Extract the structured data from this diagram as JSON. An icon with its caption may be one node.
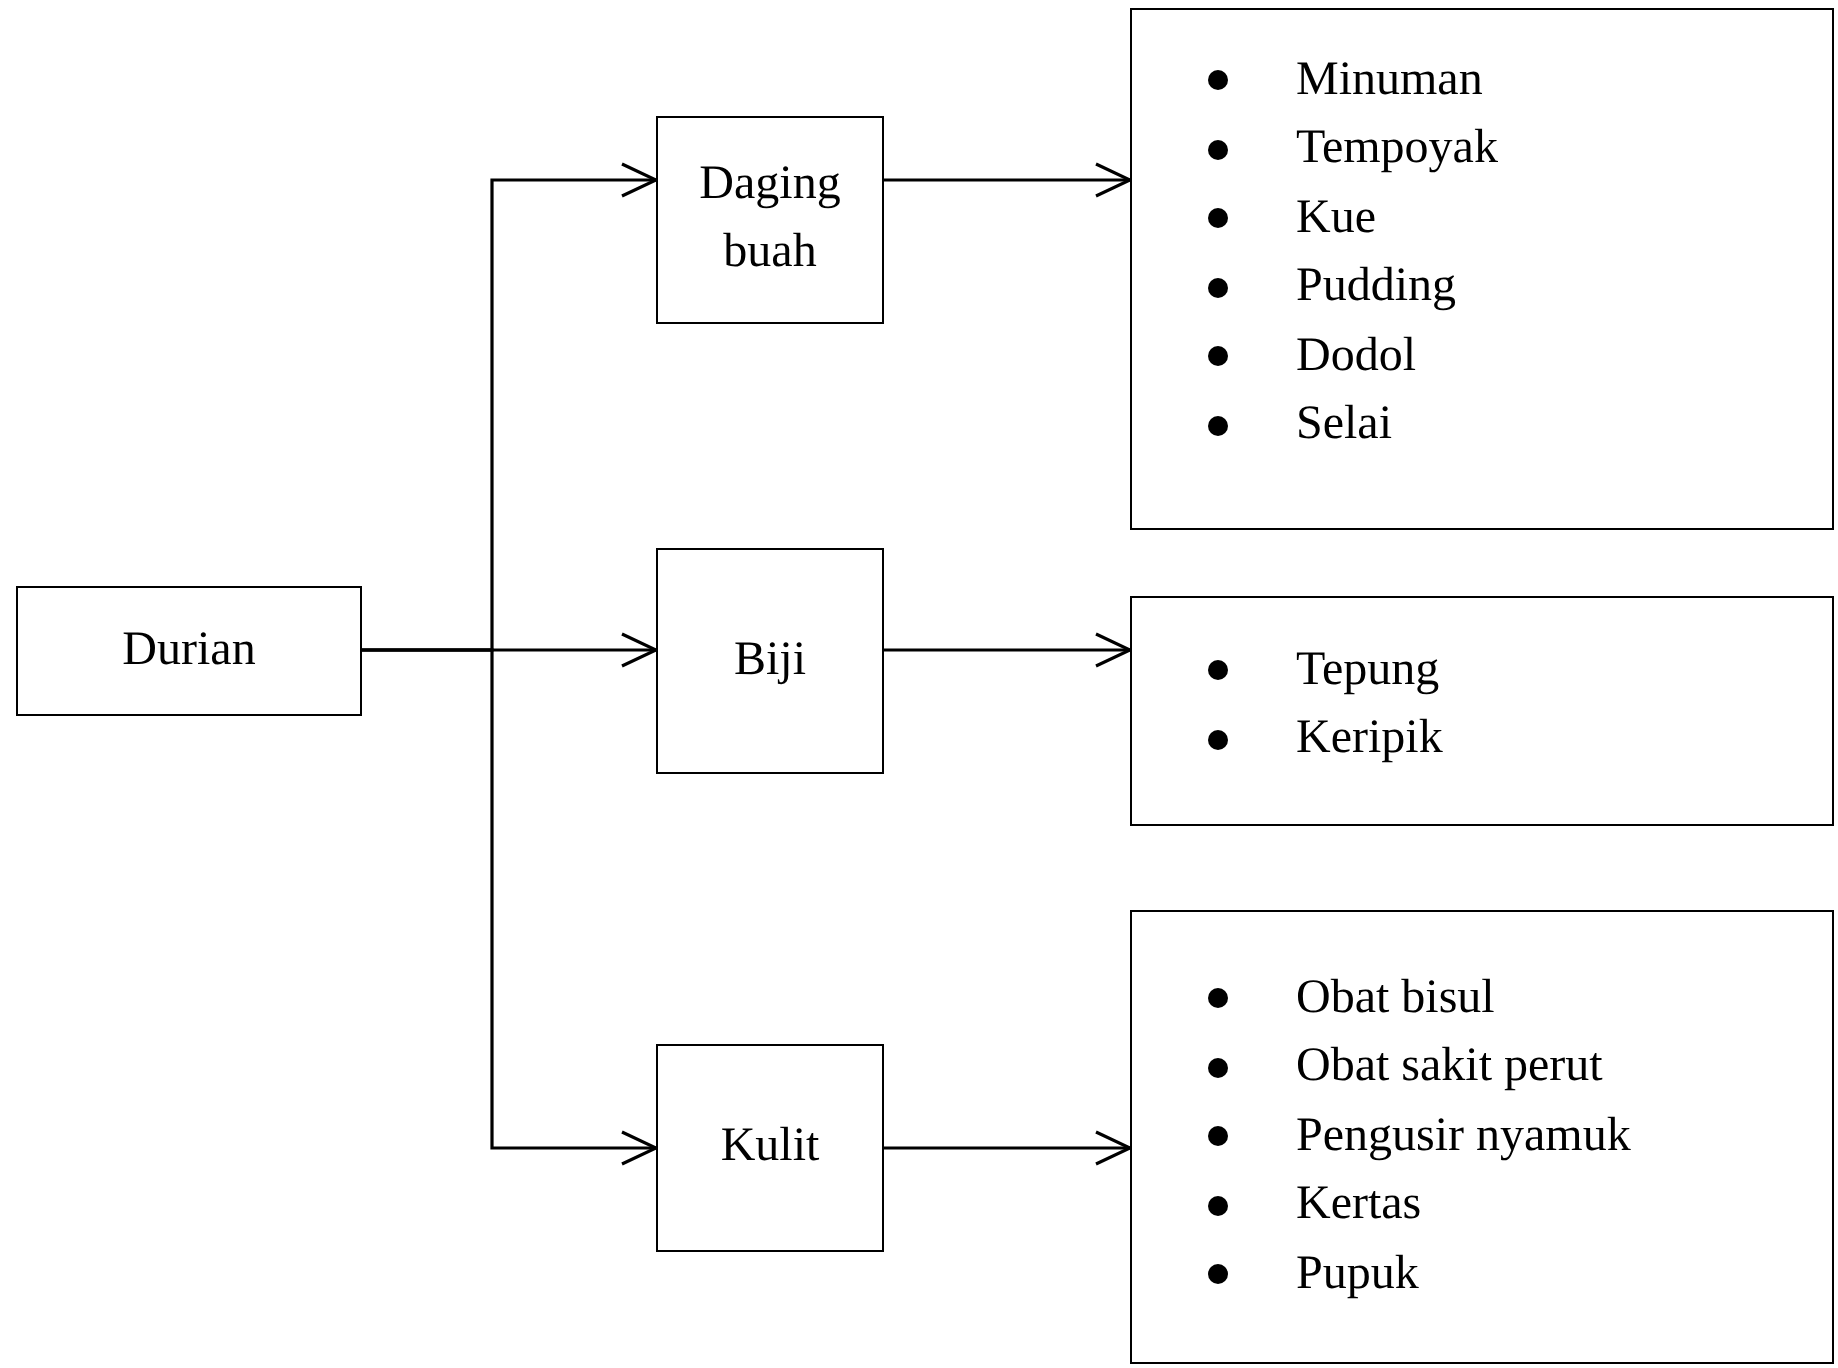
{
  "diagram": {
    "nodes": [
      {
        "text": [
          "Durian"
        ]
      },
      {
        "text": [
          "Daging buah"
        ]
      },
      {
        "text": [
          "Biji"
        ]
      },
      {
        "text": [
          "Kulit"
        ]
      },
      {
        "text": [
          "Minuman",
          "Tempoyak",
          "Kue",
          "Pudding",
          "Dodol",
          "Selai"
        ]
      },
      {
        "text": [
          "Tepung",
          "Keripik"
        ]
      },
      {
        "text": [
          "Obat bisul",
          "Obat sakit perut",
          "Pengusir nyamuk",
          "Kertas",
          "Pupuk"
        ]
      }
    ],
    "edges": [
      {
        "from": 0,
        "to": 1,
        "arrow": "to"
      },
      {
        "from": 0,
        "to": 2,
        "arrow": "to"
      },
      {
        "from": 0,
        "to": 3,
        "arrow": "to"
      },
      {
        "from": 1,
        "to": 4,
        "arrow": "to"
      },
      {
        "from": 2,
        "to": 5,
        "arrow": "to"
      },
      {
        "from": 3,
        "to": 6,
        "arrow": "to"
      }
    ]
  }
}
